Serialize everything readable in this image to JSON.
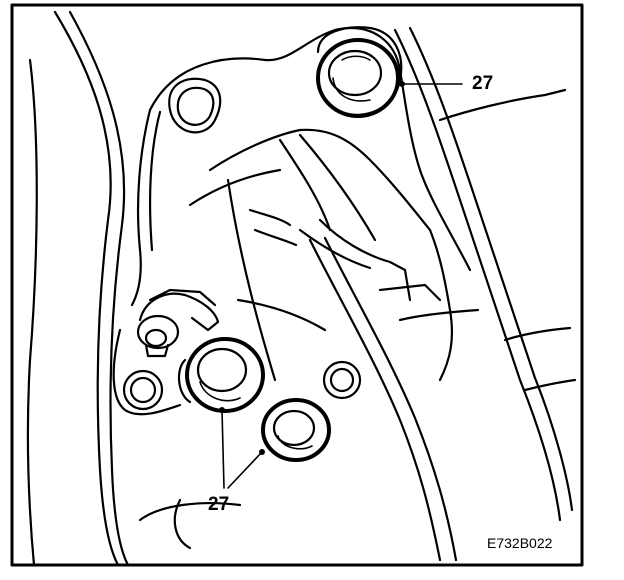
{
  "diagram": {
    "callouts": [
      {
        "label": "27"
      },
      {
        "label": "27"
      }
    ],
    "reference_code": "E732B022",
    "colors": {
      "line": "#000000",
      "background": "#ffffff"
    }
  }
}
